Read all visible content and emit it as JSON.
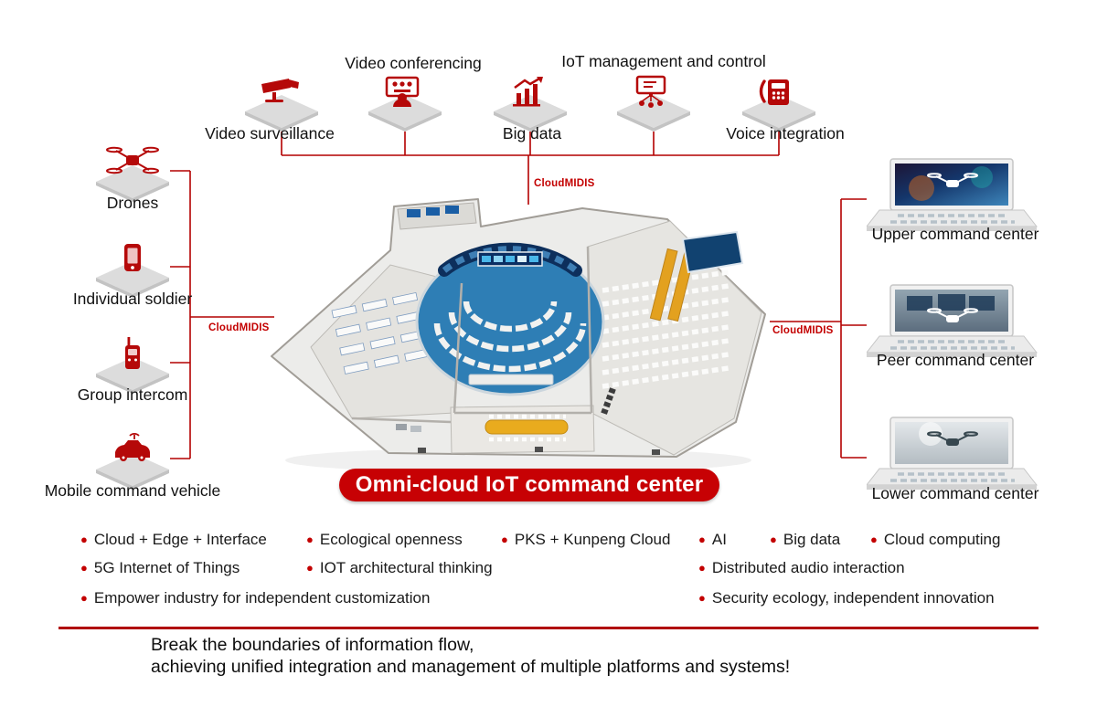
{
  "top_row": {
    "items": [
      {
        "label": "Video surveillance",
        "icon": "cctv-camera",
        "label_position": "below"
      },
      {
        "label": "Video conferencing",
        "icon": "video-conference",
        "label_position": "above"
      },
      {
        "label": "Big data",
        "icon": "bar-chart-growth",
        "label_position": "below"
      },
      {
        "label": "IoT management and control",
        "icon": "iot-monitor-network",
        "label_position": "above"
      },
      {
        "label": "Voice integration",
        "icon": "telephone",
        "label_position": "below"
      }
    ]
  },
  "left_column": {
    "items": [
      {
        "label": "Drones",
        "icon": "drone"
      },
      {
        "label": "Individual soldier",
        "icon": "handheld-terminal"
      },
      {
        "label": "Group intercom",
        "icon": "walkie-talkie"
      },
      {
        "label": "Mobile command vehicle",
        "icon": "command-vehicle"
      }
    ]
  },
  "right_column": {
    "items": [
      {
        "label": "Upper command center"
      },
      {
        "label": "Peer command center"
      },
      {
        "label": "Lower command center"
      }
    ]
  },
  "connectors": {
    "cloudmidis": "CloudMIDIS"
  },
  "banner": {
    "title": "Omni-cloud IoT command center"
  },
  "features": [
    "Cloud + Edge + Interface",
    "Ecological openness",
    "PKS + Kunpeng Cloud",
    "AI",
    "Big data",
    "Cloud computing",
    "5G Internet of Things",
    "IOT architectural thinking",
    "Distributed audio interaction",
    "Empower industry for independent customization",
    "Security ecology, independent innovation"
  ],
  "footer": {
    "line1": "Break the boundaries of information flow,",
    "line2": "achieving unified integration and management of multiple platforms and systems!"
  },
  "colors": {
    "accent": "#c30000",
    "banner_red": "#c70104",
    "line_red": "#b40000",
    "hall_blue": "#2e7eb5",
    "text": "#111111"
  }
}
